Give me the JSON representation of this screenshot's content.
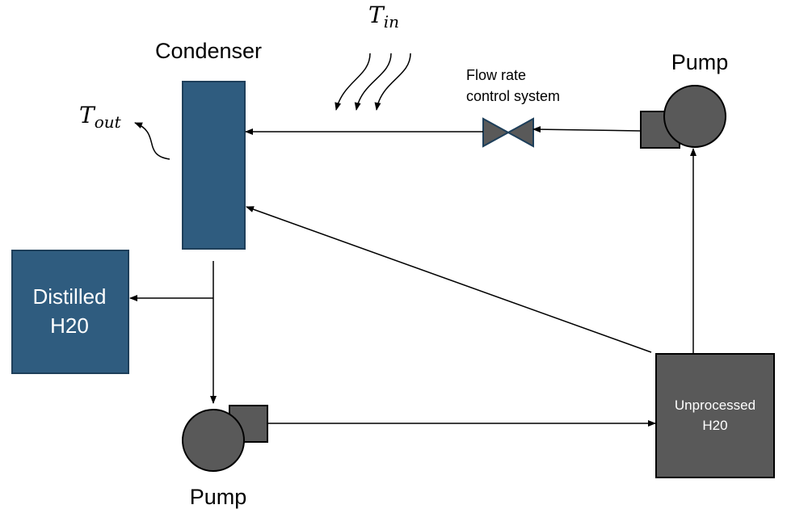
{
  "labels": {
    "condenser": "Condenser",
    "pump_top": "Pump",
    "pump_bottom": "Pump",
    "flow_control_line1": "Flow rate",
    "flow_control_line2": "control system",
    "distilled_line1": "Distilled",
    "distilled_line2": "H20",
    "unprocessed_line1": "Unprocessed",
    "unprocessed_line2": "H20",
    "t_in_base": "T",
    "t_in_sub": "in",
    "t_out_base": "T",
    "t_out_sub": "out"
  },
  "colors": {
    "blue_fill": "#2f5c7f",
    "blue_stroke": "#1e3f5a",
    "gray_fill": "#595959",
    "gray_stroke": "#000000",
    "line": "#000000"
  }
}
